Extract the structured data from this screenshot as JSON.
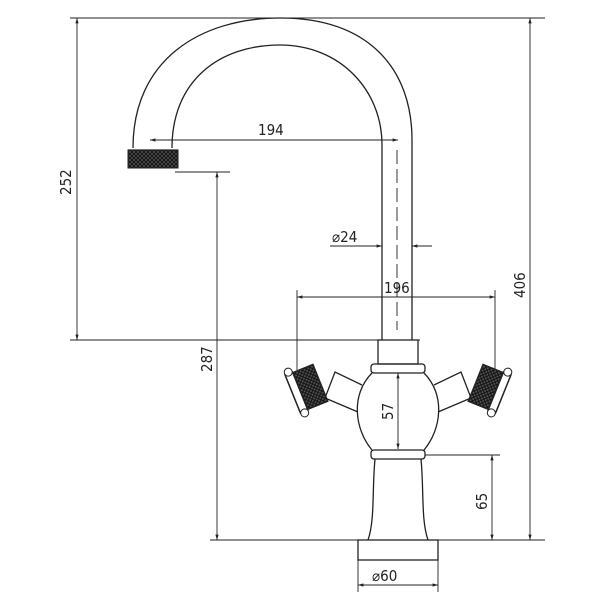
{
  "drawing": {
    "subject": "faucet",
    "line_color": "#222222",
    "dimensions": {
      "spout_reach": "194",
      "spout_height": "252",
      "pipe_diameter": "⌀24",
      "handle_span": "196",
      "outlet_height": "287",
      "total_height": "406",
      "body_height": "57",
      "base_height": "65",
      "base_diameter": "⌀60"
    }
  }
}
